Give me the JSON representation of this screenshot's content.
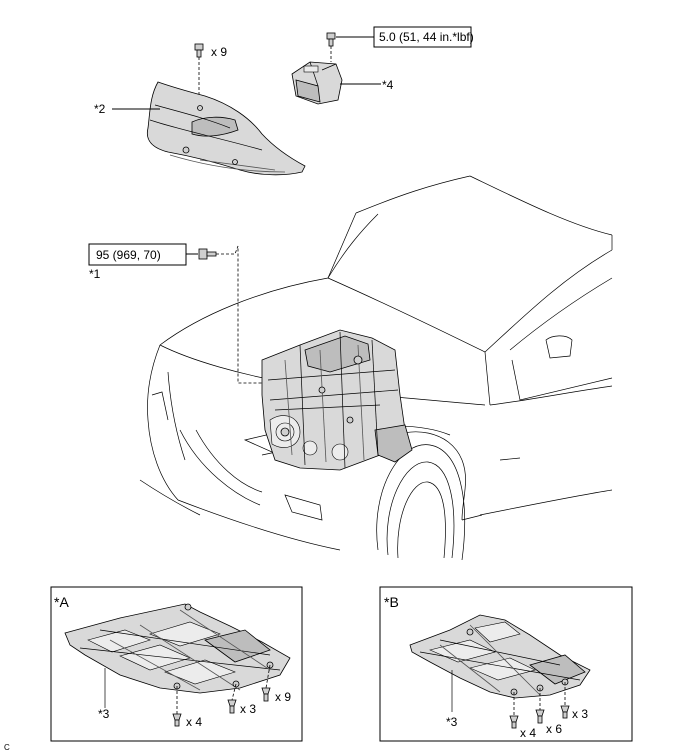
{
  "labels": {
    "bolt_count_top": "x 9",
    "torque_top": "5.0 (51, 44 in.*lbf)",
    "part_4": "*4",
    "part_2": "*2",
    "torque_engine": "95 (969, 70)",
    "part_1": "*1",
    "inset_a": {
      "title": "*A",
      "part_3": "*3",
      "count_4": "x 4",
      "count_3": "x 3",
      "count_9": "x 9"
    },
    "inset_b": {
      "title": "*B",
      "part_3": "*3",
      "count_4": "x 4",
      "count_6": "x 6",
      "count_3": "x 3"
    },
    "corner_mark": "C"
  }
}
